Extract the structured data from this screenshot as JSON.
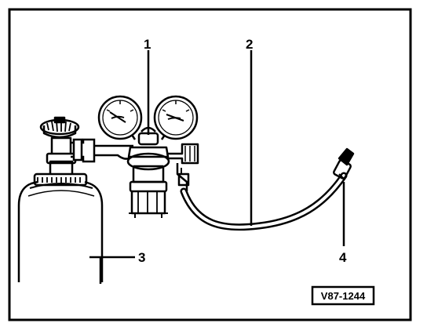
{
  "figure": {
    "callouts": [
      {
        "id": "1",
        "label": "1"
      },
      {
        "id": "2",
        "label": "2"
      },
      {
        "id": "3",
        "label": "3"
      },
      {
        "id": "4",
        "label": "4"
      }
    ],
    "reference_code": "V87-1244",
    "components": {
      "cylinder": "gas-cylinder",
      "regulator": "pressure-regulator",
      "gauges": [
        "pressure-gauge",
        "pressure-gauge"
      ],
      "hose": "hose",
      "connector": "hose-end-connector"
    }
  }
}
